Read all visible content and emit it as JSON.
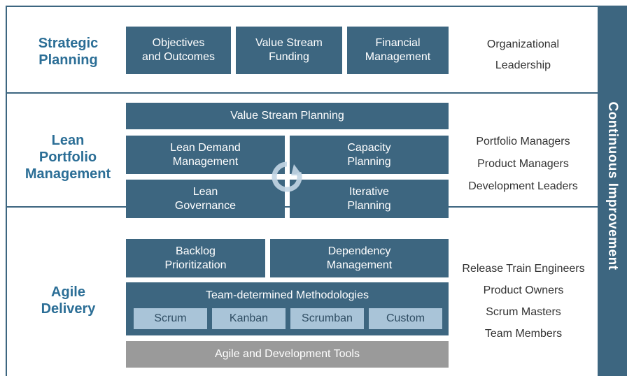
{
  "side_label": "Continuous Improvement",
  "sections": {
    "strategic": {
      "title_lines": [
        "Strategic",
        "Planning"
      ],
      "boxes": [
        "Objectives\nand Outcomes",
        "Value Stream\nFunding",
        "Financial\nManagement"
      ],
      "roles": [
        "Organizational",
        "Leadership"
      ]
    },
    "lpm": {
      "title_lines": [
        "Lean",
        "Portfolio",
        "Management"
      ],
      "top_box": "Value Stream Planning",
      "boxes": [
        "Lean Demand\nManagement",
        "Capacity\nPlanning",
        "Lean\nGovernance",
        "Iterative\nPlanning"
      ],
      "roles": [
        "Portfolio Managers",
        "Product Managers",
        "Development Leaders"
      ]
    },
    "agile": {
      "title_lines": [
        "Agile",
        "Delivery"
      ],
      "boxes": [
        "Backlog\nPrioritization",
        "Dependency\nManagement"
      ],
      "methodologies_label": "Team-determined Methodologies",
      "methodologies": [
        "Scrum",
        "Kanban",
        "Scrumban",
        "Custom"
      ],
      "tools": "Agile and Development Tools",
      "roles": [
        "Release Train Engineers",
        "Product Owners",
        "Scrum Masters",
        "Team Members"
      ]
    }
  },
  "colors": {
    "primary": "#3d6680",
    "title": "#2b6e96",
    "light": "#a9c4d8",
    "tools": "#9a9a9a"
  }
}
